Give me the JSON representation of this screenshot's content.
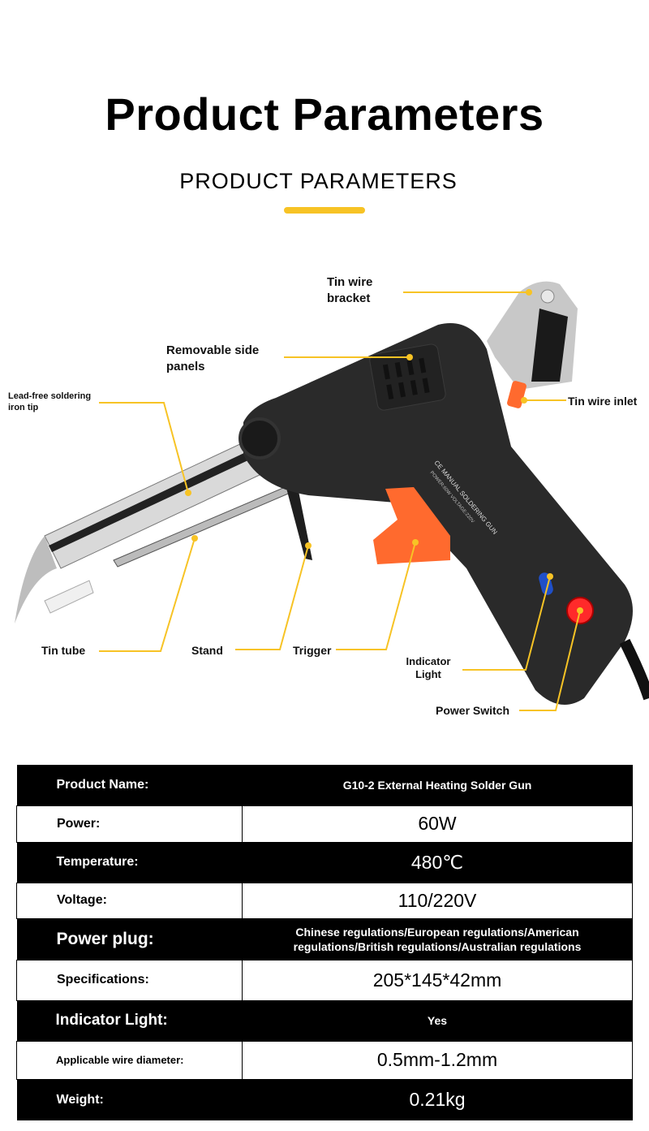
{
  "header": {
    "title": "Product Parameters",
    "subtitle": "PRODUCT PARAMETERS"
  },
  "colors": {
    "accent": "#f7c325",
    "body": "#2a2a2a",
    "trigger": "#ff6a2e"
  },
  "product_label": {
    "line1": "CE MANUAL SOLDERING GUN",
    "line2": "POWER:60W VOLTAGE:220V"
  },
  "callouts": {
    "tin_wire_bracket": "Tin wire bracket",
    "removable_side_panels": "Removable side panels",
    "lead_free_tip": "Lead-free soldering iron tip",
    "tin_wire_inlet": "Tin wire inlet",
    "tin_tube": "Tin tube",
    "stand": "Stand",
    "trigger": "Trigger",
    "indicator_light": "Indicator Light",
    "power_switch": "Power Switch"
  },
  "specs": [
    {
      "label": "Product Name:",
      "value": "G10-2 External Heating Solder Gun"
    },
    {
      "label": "Power:",
      "value": "60W"
    },
    {
      "label": "Temperature:",
      "value": "480℃"
    },
    {
      "label": "Voltage:",
      "value": "110/220V"
    },
    {
      "label": "Power plug:",
      "value": "Chinese regulations/European regulations/American regulations/British regulations/Australian regulations"
    },
    {
      "label": "Specifications:",
      "value": "205*145*42mm"
    },
    {
      "label": "Indicator Light:",
      "value": "Yes"
    },
    {
      "label": "Applicable wire diameter:",
      "value": "0.5mm-1.2mm"
    },
    {
      "label": "Weight:",
      "value": "0.21kg"
    }
  ]
}
